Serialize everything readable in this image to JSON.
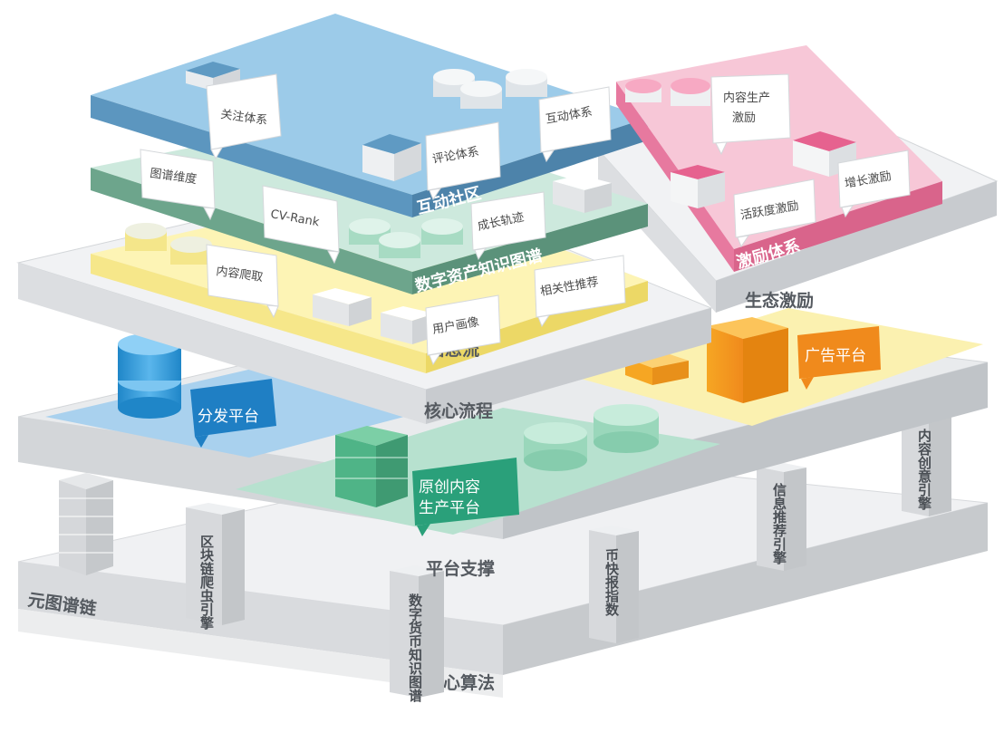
{
  "layers": {
    "base": "核心算法",
    "left_base": "元图谱链",
    "platform": "平台支撑",
    "core": "核心流程",
    "eco": "生态激励",
    "info": "信息流",
    "knowledge": "数字资产知识图谱",
    "community": "互动社区",
    "incentive": "激励体系"
  },
  "engines": {
    "blockchain": "区块链爬虫引擎",
    "digital_knowledge": "数字货币知识图谱",
    "coin_news": "币快报指数",
    "recommend": "信息推荐引擎",
    "content_creative": "内容创意引擎"
  },
  "platform_tags": {
    "distribution": "分发平台",
    "original_line1": "原创内容",
    "original_line2": "生产平台",
    "ad": "广告平台"
  },
  "callouts": {
    "follow": "关注体系",
    "comment": "评论体系",
    "interact": "互动体系",
    "content_line1": "内容生产",
    "content_line2": "激励",
    "activity": "活跃度激励",
    "growth": "增长激励",
    "dimension": "图谱维度",
    "cvrank": "CV-Rank",
    "track": "成长轨迹",
    "crawl": "内容爬取",
    "relevance": "相关性推荐",
    "portrait": "用户画像"
  }
}
